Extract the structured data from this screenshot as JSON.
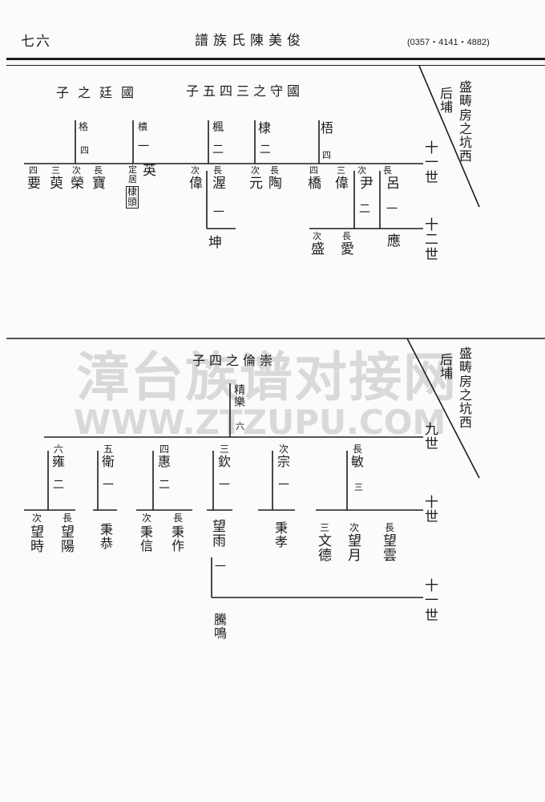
{
  "header": {
    "page_number": "七六",
    "title": "譜族氏陳美俊",
    "phone": "(0357・4141・4882)"
  },
  "watermark": {
    "text1": "漳台族谱对接网",
    "text2": "WWW.ZTZUPU.COM"
  },
  "section1": {
    "branch_main": "盛畴房之坑西",
    "branch_sub": "后埔",
    "gen_11": "十一世",
    "gen_12": "十二世",
    "heading_left": "子之廷國",
    "heading_right": "子五四三之守國",
    "fathers": {
      "ge": {
        "name": "格",
        "order": "四"
      },
      "kui": {
        "name": "樻",
        "order": "一"
      },
      "feng": {
        "name": "楓",
        "order": "二"
      },
      "di": {
        "name": "棣",
        "order": "二"
      },
      "wu": {
        "name": "梧",
        "order": "四"
      }
    },
    "children": {
      "yao": {
        "rank": "四",
        "name": "要"
      },
      "yu": {
        "rank": "三",
        "name": "萸"
      },
      "rong": {
        "rank": "次",
        "name": "榮"
      },
      "bao": {
        "rank": "長",
        "name": "寶"
      },
      "ying": {
        "note": "定居",
        "name": "英",
        "place": "棣頭"
      },
      "wei_a": {
        "rank": "次",
        "name": "偉"
      },
      "wo": {
        "rank": "長",
        "name": "渥",
        "order": "一"
      },
      "kun": {
        "name": "坤"
      },
      "yuan": {
        "rank": "次",
        "name": "元"
      },
      "tao": {
        "rank": "長",
        "name": "陶"
      },
      "qiao": {
        "rank": "四",
        "name": "橋"
      },
      "wei_b": {
        "rank": "三",
        "name": "偉"
      },
      "yin": {
        "rank": "次",
        "name": "尹",
        "order": "二"
      },
      "lv": {
        "rank": "長",
        "name": "呂",
        "order": "一"
      },
      "sheng": {
        "rank": "次",
        "name": "盛"
      },
      "ai": {
        "rank": "長",
        "name": "愛"
      },
      "yingy": {
        "name": "應"
      }
    }
  },
  "section2": {
    "branch_main": "盛畴房之坑西",
    "branch_sub": "后埔",
    "gen_9": "九世",
    "gen_10": "十世",
    "gen_11": "十一世",
    "heading": "子四之倫崇",
    "father": {
      "name": "精樂",
      "order": "六"
    },
    "sons": {
      "yong": {
        "rank": "六",
        "name": "雍",
        "order": "二"
      },
      "wei": {
        "rank": "五",
        "name": "衛",
        "order": "一"
      },
      "hui": {
        "rank": "四",
        "name": "惠",
        "order": "二"
      },
      "qin": {
        "rank": "三",
        "name": "欽",
        "order": "一"
      },
      "zong": {
        "rank": "次",
        "name": "宗",
        "order": "一"
      },
      "min": {
        "rank": "長",
        "name": "敏",
        "order": "三"
      }
    },
    "grandsons": {
      "wangshi": {
        "rank": "次",
        "name": "望時"
      },
      "wangyang": {
        "rank": "長",
        "name": "望陽"
      },
      "binggong": {
        "name": "秉恭"
      },
      "bingxin": {
        "rank": "次",
        "name": "秉信"
      },
      "bingzuo": {
        "rank": "長",
        "name": "秉作"
      },
      "wangyu": {
        "name": "望雨",
        "order": "一"
      },
      "bingxiao": {
        "name": "秉孝"
      },
      "wende": {
        "rank": "三",
        "name": "文德"
      },
      "wangyue": {
        "rank": "次",
        "name": "望月"
      },
      "wangyun": {
        "rank": "長",
        "name": "望雲"
      }
    },
    "great_grandsons": {
      "tengming": {
        "name": "騰鳴"
      }
    }
  }
}
